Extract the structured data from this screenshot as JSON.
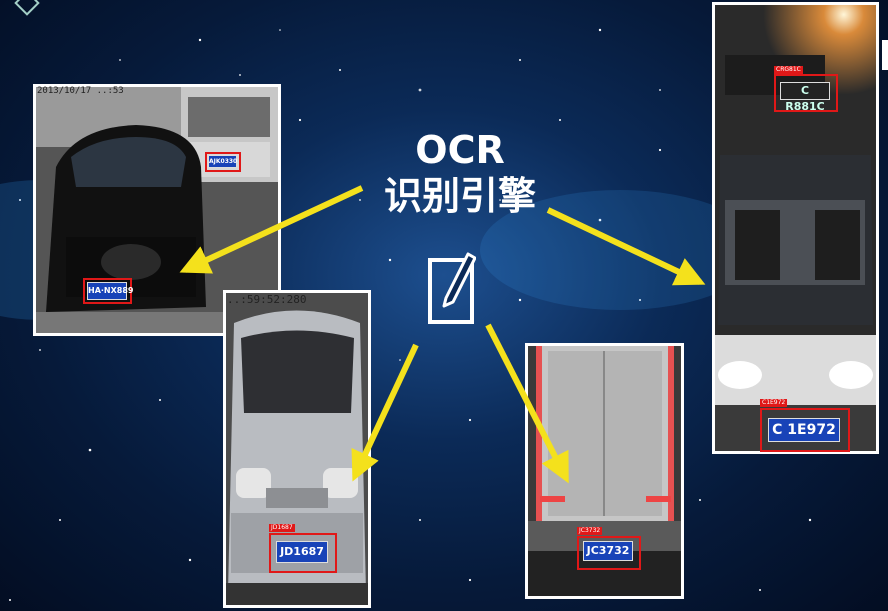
{
  "slide": {
    "center_title_line1": "OCR",
    "center_title_line2": "识别引擎"
  },
  "icons": {
    "edit": "edit-pencil-icon"
  },
  "photos": {
    "black_sedan": {
      "timestamp": "2013/10/17 ..:53",
      "plate_text": "HA·NX889",
      "secondary_plate": "AJK0330"
    },
    "silver_van": {
      "timestamp": "..:59:52:280",
      "plate_text": "JD1687",
      "tag_text": "JD1687"
    },
    "truck_rear": {
      "plate_text": "JC3732",
      "tag_text": "JC3732"
    },
    "night_car": {
      "plate_text": "C 1E972",
      "tag_text": "C1E972",
      "top_plate": "C R881C",
      "top_tag": "CRG81C"
    }
  },
  "colors": {
    "arrow": "#f4e11c",
    "plate_box": "#e01818",
    "plate_bg": "#1843b8"
  }
}
